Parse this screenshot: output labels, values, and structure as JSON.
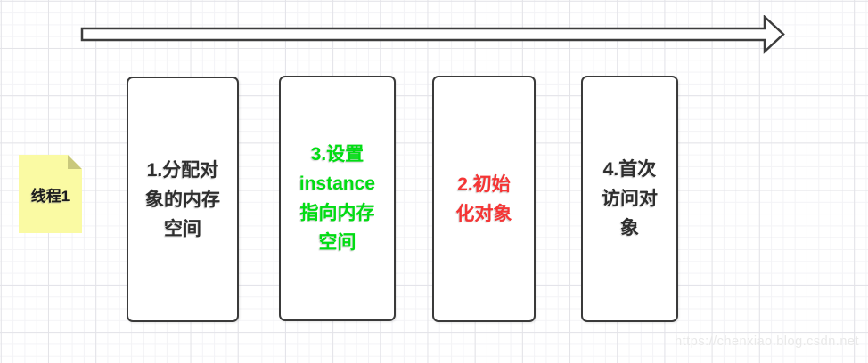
{
  "diagram": {
    "thread_note": {
      "label": "线程1",
      "fill_color": "#fafaa3",
      "fold_color": "#c9c87c"
    },
    "timeline_arrow": {
      "direction": "right",
      "stroke_color": "#3d3d3d",
      "fill_color": "#ffffff"
    },
    "steps": [
      {
        "order": 1,
        "text": "1.分配对\n象的内存\n空间",
        "color": "#2e2e2e"
      },
      {
        "order": 3,
        "text": "3.设置\ninstance\n指向内存\n空间",
        "color": "#00dd12"
      },
      {
        "order": 2,
        "text": "2.初始\n化对象",
        "color": "#f53535"
      },
      {
        "order": 4,
        "text": "4.首次\n访问对\n象",
        "color": "#2e2e2e"
      }
    ],
    "watermark": "https://chenxiao.blog.csdn.net"
  }
}
